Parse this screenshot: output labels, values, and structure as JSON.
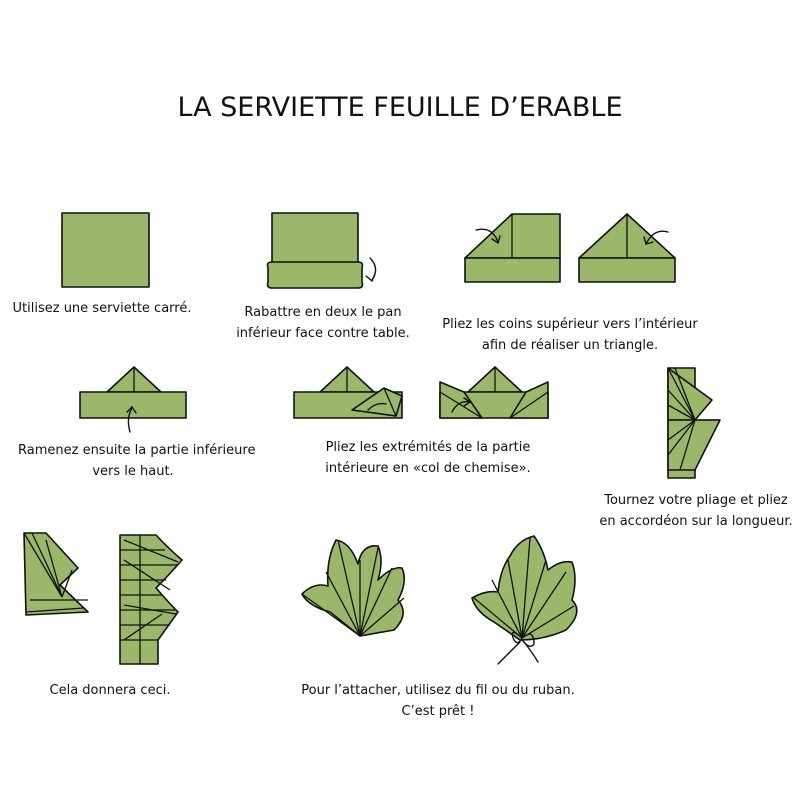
{
  "title": "LA SERVIETTE FEUILLE D’ERABLE",
  "steps": [
    {
      "lines": [
        "Utilisez une serviette carré."
      ]
    },
    {
      "lines": [
        "Rabattre en deux le pan",
        "inférieur face contre table."
      ]
    },
    {
      "lines": [
        "Pliez les coins supérieur vers l’intérieur",
        "afin de réaliser un triangle."
      ]
    },
    {
      "lines": [
        "Ramenez ensuite la partie inférieure",
        "vers le haut."
      ]
    },
    {
      "lines": [
        "Pliez les extrémités de la partie",
        "intérieure en «col de chemise»."
      ]
    },
    {
      "lines": [
        "Tournez votre pliage et pliez",
        "en accordéon sur la longueur."
      ]
    },
    {
      "lines": [
        "Cela donnera ceci."
      ]
    },
    {
      "lines": [
        "Pour l’attacher, utilisez du fil ou du ruban.",
        "C’est prêt !"
      ]
    }
  ],
  "colors": {
    "napkin": "#9bb86a",
    "outline": "#111111"
  }
}
